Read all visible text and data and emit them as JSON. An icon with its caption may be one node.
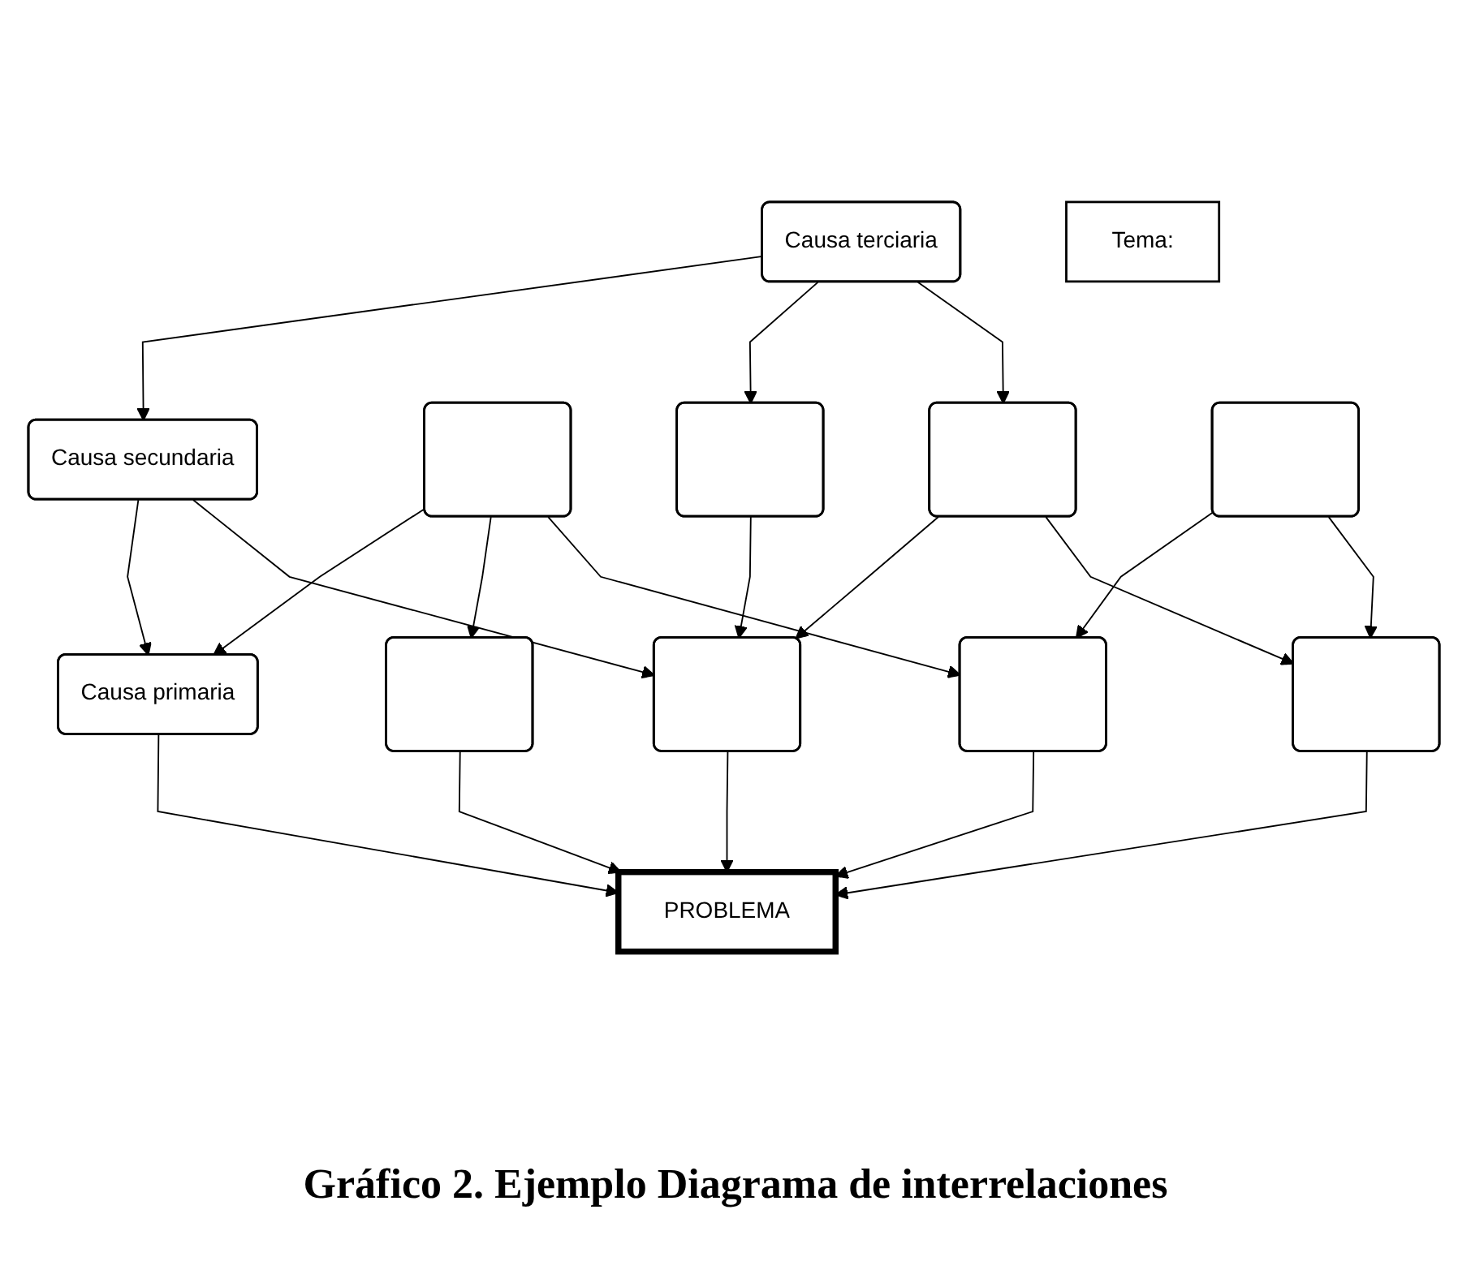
{
  "diagram": {
    "caption": "Gráfico 2. Ejemplo Diagrama de interrelaciones",
    "nodes": [
      {
        "text": [
          "Tema:"
        ]
      },
      {
        "text": [
          "Causa terciaria"
        ]
      },
      {
        "text": [
          "Causa secundaria"
        ]
      },
      {
        "text": [],
        "shape": "box"
      },
      {
        "text": [
          "Causa primaria"
        ]
      },
      {
        "text": [],
        "shape": "box"
      },
      {
        "text": [],
        "shape": "box"
      },
      {
        "text": [
          "PROBLEMA"
        ]
      },
      {
        "text": [],
        "shape": "box"
      },
      {
        "text": [],
        "shape": "box"
      },
      {
        "text": [],
        "shape": "box"
      },
      {
        "text": [],
        "shape": "box"
      },
      {
        "text": [],
        "shape": "box"
      }
    ],
    "edges": [
      {
        "from": 1,
        "to": 2,
        "arrow": "to"
      },
      {
        "from": 1,
        "to": 5,
        "arrow": "to"
      },
      {
        "from": 1,
        "to": 11,
        "arrow": "to"
      },
      {
        "from": 2,
        "to": 4,
        "arrow": "to"
      },
      {
        "from": 2,
        "to": 8,
        "arrow": "to"
      },
      {
        "from": 3,
        "to": 4,
        "arrow": "to"
      },
      {
        "from": 3,
        "to": 6,
        "arrow": "to"
      },
      {
        "from": 3,
        "to": 9,
        "arrow": "to"
      },
      {
        "from": 6,
        "to": 7,
        "arrow": "to"
      },
      {
        "from": 4,
        "to": 7,
        "arrow": "to"
      },
      {
        "from": 5,
        "to": 8,
        "arrow": "to"
      },
      {
        "from": 8,
        "to": 7,
        "arrow": "to"
      },
      {
        "from": 9,
        "to": 7,
        "arrow": "to"
      },
      {
        "from": 10,
        "to": 7,
        "arrow": "to"
      },
      {
        "from": 11,
        "to": 8,
        "arrow": "to"
      },
      {
        "from": 11,
        "to": 10,
        "arrow": "to"
      },
      {
        "from": 12,
        "to": 9,
        "arrow": "to"
      },
      {
        "from": 12,
        "to": 10,
        "arrow": "to"
      }
    ]
  }
}
